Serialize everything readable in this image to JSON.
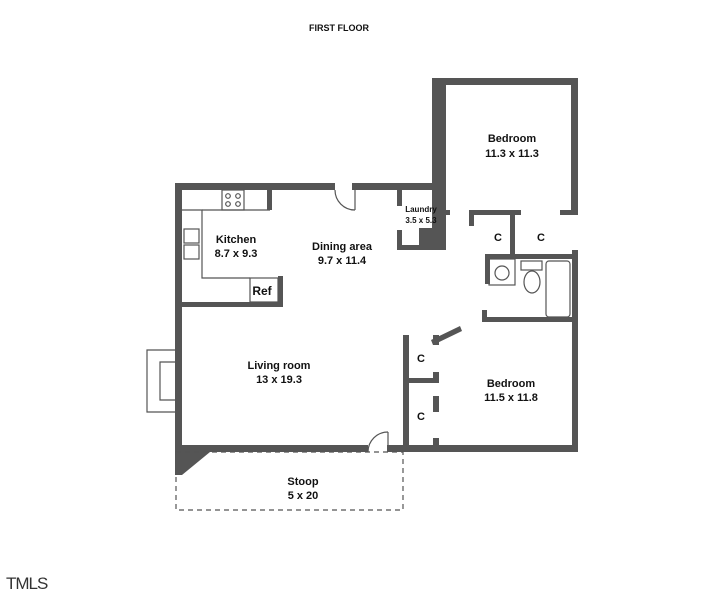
{
  "title": "FIRST FLOOR",
  "rooms": [
    {
      "name": "Bedroom",
      "size": "11.3 x 11.3"
    },
    {
      "name": "Laundry",
      "size": "3.5 x 5.3"
    },
    {
      "name": "Kitchen",
      "size": "8.7 x 9.3"
    },
    {
      "name": "Dining area",
      "size": "9.7 x 11.4"
    },
    {
      "name": "Living room",
      "size": "13 x 19.3"
    },
    {
      "name": "Bedroom",
      "size": "11.5 x 11.8"
    },
    {
      "name": "Stoop",
      "size": "5 x 20"
    }
  ],
  "fixtures": {
    "refrigerator": "Ref",
    "closet": "C"
  },
  "watermark": "TMLS",
  "colors": {
    "wall": "#555555"
  }
}
